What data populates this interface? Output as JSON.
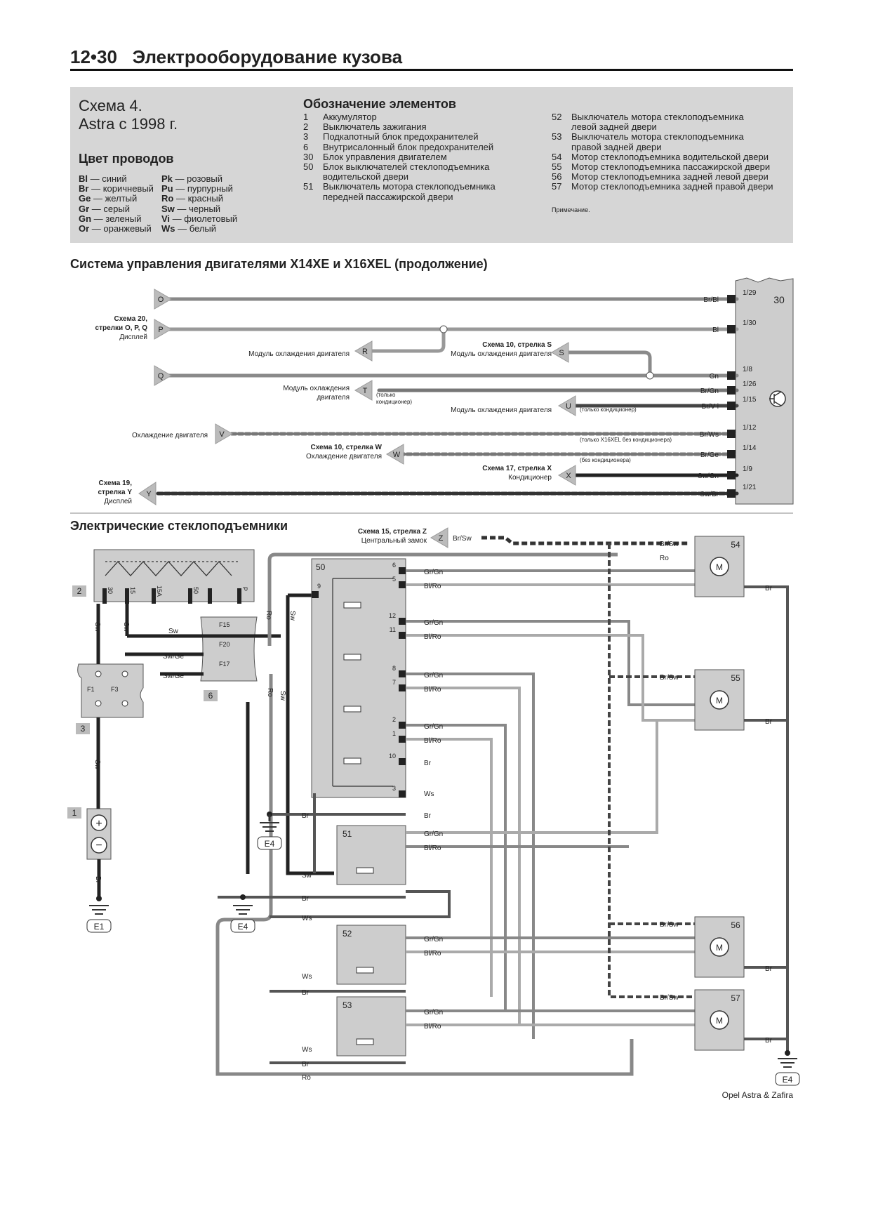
{
  "header": {
    "page_number": "12•30",
    "title": "Электрооборудование кузова"
  },
  "legend": {
    "scheme_title": "Схема 4.",
    "scheme_subtitle": "Astra с 1998 г.",
    "wire_colors_title": "Цвет проводов",
    "wire_colors_left": [
      {
        "code": "Bl",
        "name": "синий"
      },
      {
        "code": "Br",
        "name": "коричневый"
      },
      {
        "code": "Ge",
        "name": "желтый"
      },
      {
        "code": "Gr",
        "name": "серый"
      },
      {
        "code": "Gn",
        "name": "зеленый"
      },
      {
        "code": "Or",
        "name": "оранжевый"
      }
    ],
    "wire_colors_right": [
      {
        "code": "Pk",
        "name": "розовый"
      },
      {
        "code": "Pu",
        "name": "пурпурный"
      },
      {
        "code": "Ro",
        "name": "красный"
      },
      {
        "code": "Sw",
        "name": "черный"
      },
      {
        "code": "Vi",
        "name": "фиолетовый"
      },
      {
        "code": "Ws",
        "name": "белый"
      }
    ],
    "elements_title": "Обозначение элементов",
    "elements_col1": [
      {
        "num": "1",
        "text": "Аккумулятор"
      },
      {
        "num": "2",
        "text": "Выключатель зажигания"
      },
      {
        "num": "3",
        "text": "Подкапотный блок предохранителей"
      },
      {
        "num": "6",
        "text": "Внутрисалонный блок предохранителей"
      },
      {
        "num": "30",
        "text": "Блок управления  двигателем"
      },
      {
        "num": "50",
        "text": "Блок выключателей стеклоподъемника"
      },
      {
        "num": "",
        "text": "водительской двери"
      },
      {
        "num": "51",
        "text": "Выключатель мотора стеклоподъемника"
      },
      {
        "num": "",
        "text": "передней пассажирской двери"
      }
    ],
    "elements_col2": [
      {
        "num": "52",
        "text": "Выключатель мотора стеклоподъемника"
      },
      {
        "num": "",
        "text": "левой задней двери"
      },
      {
        "num": "53",
        "text": "Выключатель мотора стеклоподъемника"
      },
      {
        "num": "",
        "text": "правой задней двери"
      },
      {
        "num": "54",
        "text": "Мотор стеклоподъемника водительской двери"
      },
      {
        "num": "55",
        "text": "Мотор стеклоподъемника пассажирской двери"
      },
      {
        "num": "56",
        "text": "Мотор стеклоподъемника задней левой двери"
      },
      {
        "num": "57",
        "text": "Мотор стеклоподъемника задней правой двери"
      }
    ],
    "note": "Примечание."
  },
  "section1": {
    "title": "Система управления двигателями X14XE и X16XEL (продолжение)",
    "ecu_label": "30",
    "rows": [
      {
        "arrow": "O",
        "wire": "Br/Bl",
        "pin": "1/29",
        "label": "",
        "note": ""
      },
      {
        "arrow": "P",
        "wire": "Bl",
        "pin": "1/30",
        "label": "",
        "note": ""
      },
      {
        "arrow": "Q",
        "wire": "Gn",
        "pin": "1/8",
        "label": "",
        "note": ""
      },
      {
        "arrow": "T",
        "wire": "Br/Gn",
        "pin": "1/26",
        "label": "",
        "note": ""
      },
      {
        "arrow": "U",
        "wire": "Br/V i",
        "pin": "1/15",
        "label": "",
        "note": ""
      },
      {
        "arrow": "V",
        "wire": "Br/Ws",
        "pin": "1/12",
        "label": "",
        "note": ""
      },
      {
        "arrow": "W",
        "wire": "Br/Ge",
        "pin": "1/14",
        "label": "",
        "note": ""
      },
      {
        "arrow": "X",
        "wire": "Sw/Gn",
        "pin": "1/9",
        "label": "",
        "note": ""
      },
      {
        "arrow": "Y",
        "wire": "Sw/Br",
        "pin": "1/21",
        "label": "",
        "note": ""
      }
    ],
    "labels": {
      "opq_ref": "Схема 20,",
      "opq_ref2": "стрелки O, P, Q",
      "opq_desc": "Дисплей",
      "r_arrow": "R",
      "r_desc": "Модуль охлаждения двигателя",
      "s_arrow": "S",
      "s_ref": "Схема 10, стрелка S",
      "s_desc": "Модуль охлаждения двигателя",
      "t_desc1": "Модуль охлаждения",
      "t_desc2": "двигателя",
      "t_note1": "(только",
      "t_note2": "кондиционер)",
      "u_desc": "Модуль охлаждения двигателя",
      "u_note": "(только кондиционер)",
      "v_desc": "Охлаждение двигателя",
      "v_note": "(только X16XEL без кондиционера)",
      "w_ref": "Схема 10, стрелка W",
      "w_desc": "Охлаждение двигателя",
      "w_note": "(без кондиционера)",
      "x_ref": "Схема 17, стрелка X",
      "x_desc": "Кондиционер",
      "y_ref1": "Схема 19,",
      "y_ref2": "стрелка Y",
      "y_desc": "Дисплей"
    }
  },
  "section2": {
    "title": "Электрические стеклоподъемники",
    "z_ref": "Схема 15, стрелка Z",
    "z_desc": "Центральный замок",
    "z_arrow": "Z",
    "z_wire": "Br/Sw",
    "ignition_terminals": [
      "30",
      "15",
      "15A",
      "50",
      "P"
    ],
    "ignition_label": "2",
    "battery_label": "1",
    "fusebox3_label": "3",
    "fusebox3_fuses": [
      "F1",
      "F3"
    ],
    "fusebox6_label": "6",
    "fusebox6_fuses": [
      "F15",
      "F20",
      "F17"
    ],
    "wires": {
      "sw": "Sw",
      "swge": "Sw/Ge",
      "ro": "Ro",
      "br": "Br",
      "ws": "Ws",
      "grgn": "Gr/Gn",
      "blro": "Bl/Ro",
      "brsw": "Br/Sw"
    },
    "unit50": {
      "label": "50",
      "pins": [
        "6",
        "5",
        "12",
        "11",
        "8",
        "7",
        "2",
        "1",
        "10",
        "3",
        "9"
      ]
    },
    "unit51": {
      "label": "51"
    },
    "unit52": {
      "label": "52"
    },
    "unit53": {
      "label": "53"
    },
    "motors": [
      "54",
      "55",
      "56",
      "57"
    ],
    "grounds": [
      "E1",
      "E4",
      "E4",
      "E4"
    ]
  },
  "footer": {
    "text": "Opel Astra & Zafira"
  }
}
